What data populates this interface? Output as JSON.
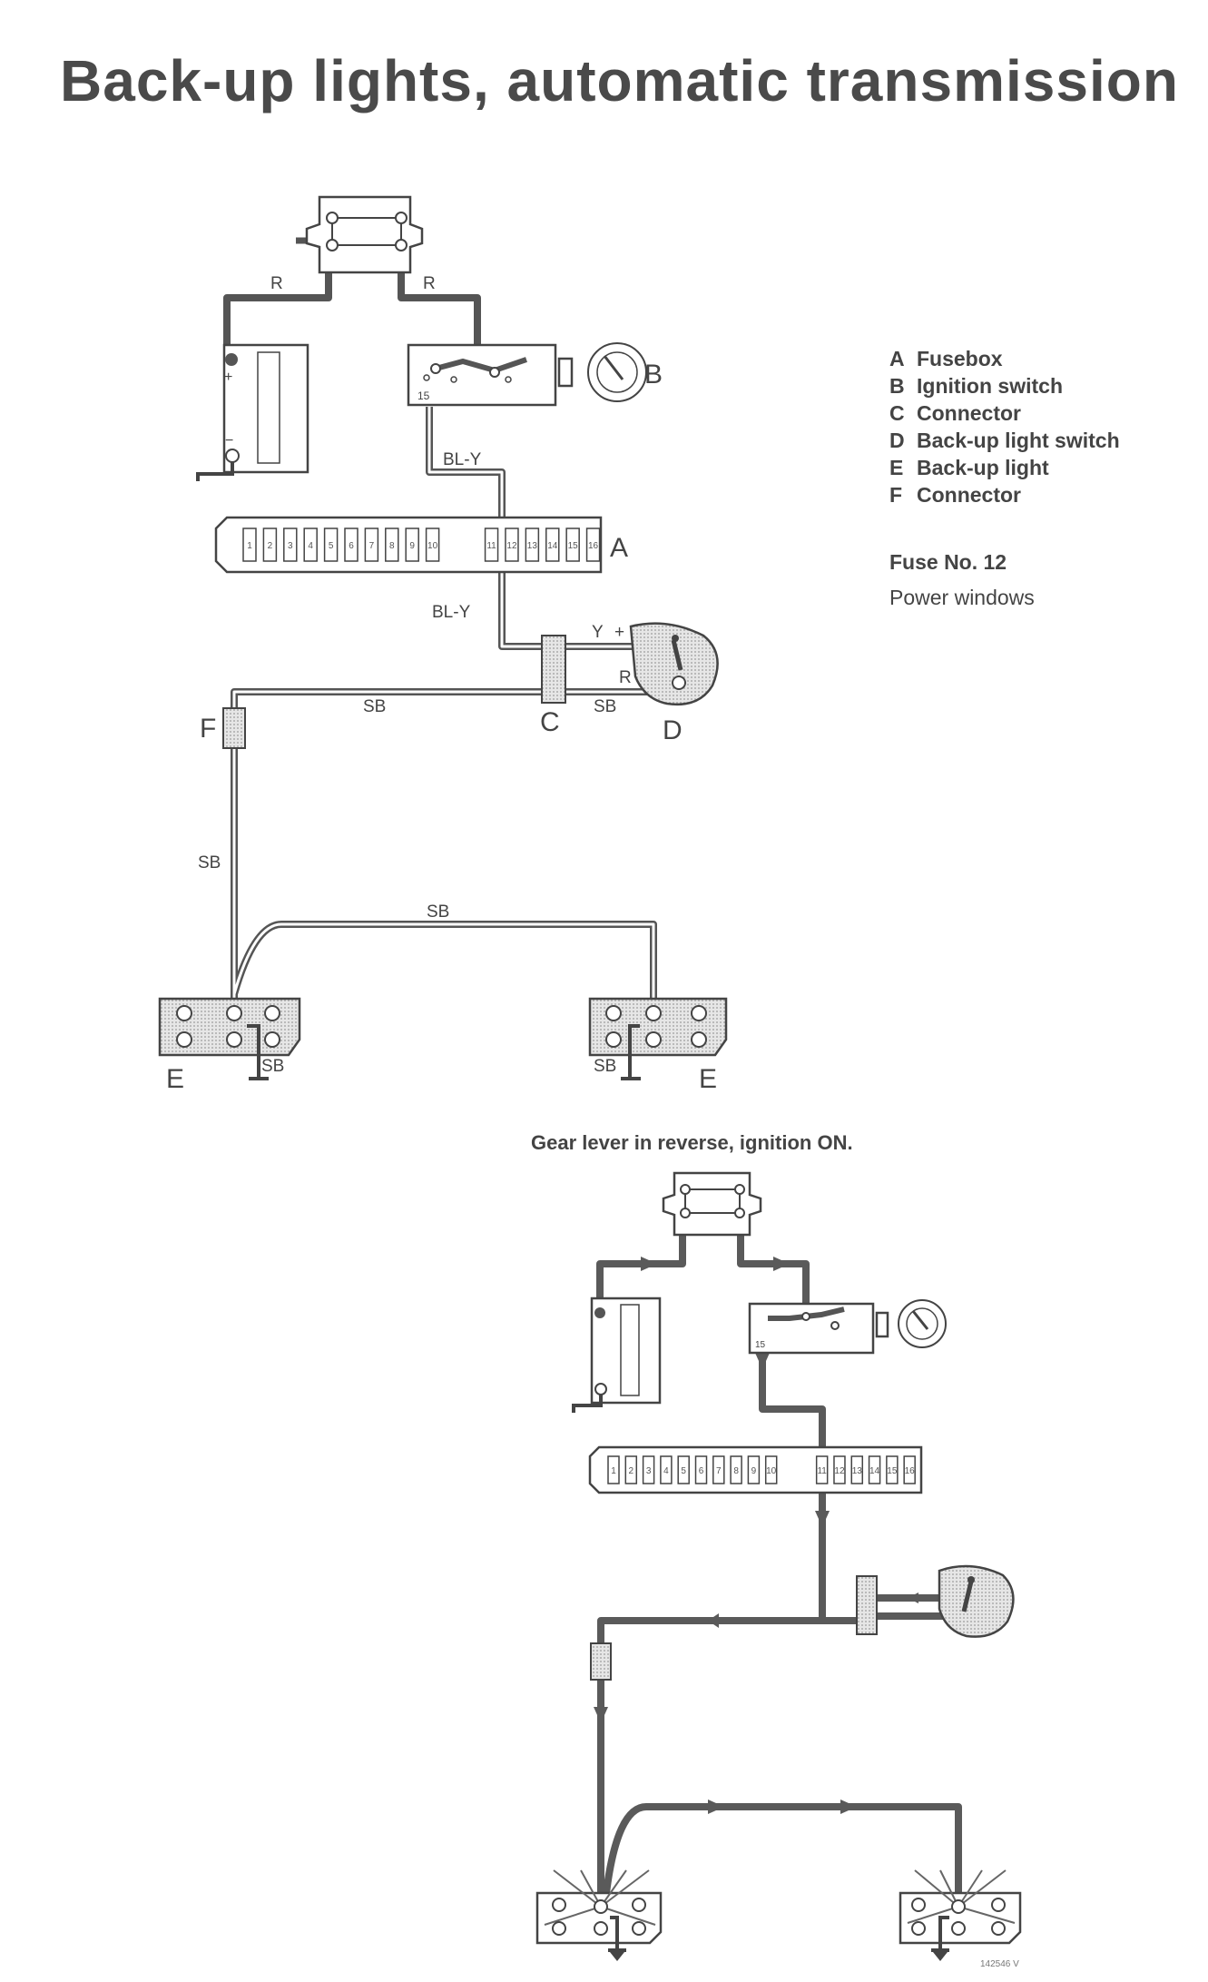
{
  "title": "Back-up lights, automatic transmission",
  "legend": [
    {
      "key": "A",
      "label": "Fusebox"
    },
    {
      "key": "B",
      "label": "Ignition switch"
    },
    {
      "key": "C",
      "label": "Connector"
    },
    {
      "key": "D",
      "label": "Back-up light switch"
    },
    {
      "key": "E",
      "label": "Back-up light"
    },
    {
      "key": "F",
      "label": "Connector"
    }
  ],
  "fuse": {
    "number": "Fuse No. 12",
    "circuit": "Power windows"
  },
  "wires": {
    "battery_to_relay": "R",
    "relay_to_ignition": "R",
    "ignition_to_fusebox": "BL-Y",
    "fusebox_to_connector": "BL-Y",
    "switch_feed": "Y",
    "switch_plus": "+",
    "switch_return": "R",
    "connector_to_switch": "SB",
    "connector_to_f": "SB",
    "f_to_left_light": "SB",
    "cross_link": "SB",
    "left_ground": "SB",
    "right_ground": "SB"
  },
  "component_labels": {
    "A": "A",
    "B": "B",
    "C": "C",
    "D": "D",
    "E_left": "E",
    "E_right": "E",
    "F": "F"
  },
  "ignition_terminal": "15",
  "fuse_numbers": [
    "1",
    "2",
    "3",
    "4",
    "5",
    "6",
    "7",
    "8",
    "9",
    "10",
    "11",
    "12",
    "13",
    "14",
    "15",
    "16"
  ],
  "state_caption": "Gear lever in reverse, ignition ON.",
  "reference_code": "142546 V"
}
